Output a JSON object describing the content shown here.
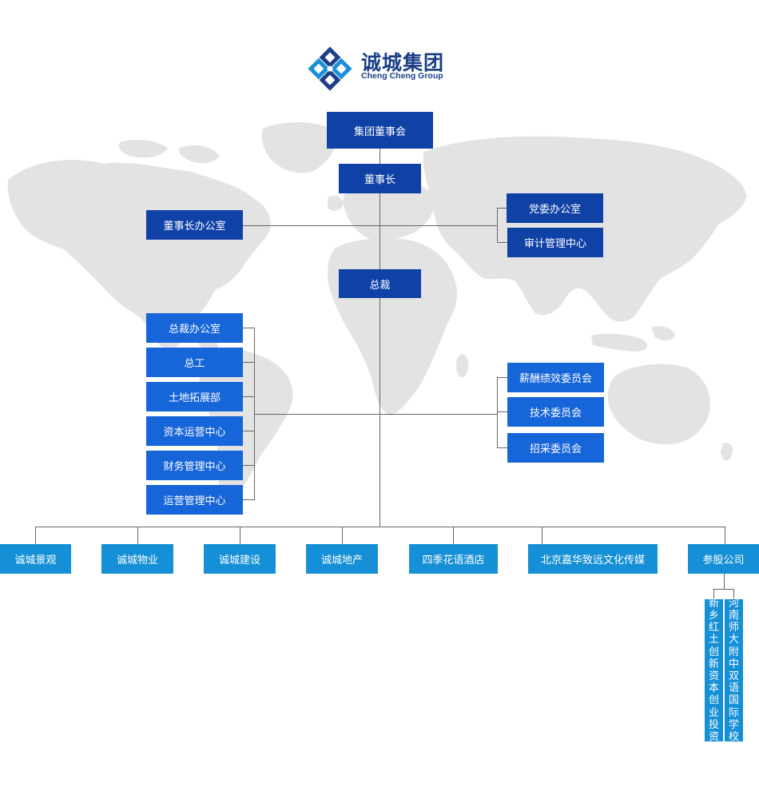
{
  "logo": {
    "name_cn": "诚城集团",
    "name_en": "Cheng Cheng Group"
  },
  "nodes": {
    "board": "集团董事会",
    "chairman": "董事长",
    "chairman_office": "董事长办公室",
    "party_office": "党委办公室",
    "audit_center": "审计管理中心",
    "president": "总裁",
    "president_office": "总裁办公室",
    "chief_engineer": "总工",
    "land_dept": "土地拓展部",
    "capital_center": "资本运营中心",
    "finance_center": "财务管理中心",
    "operation_center": "运营管理中心",
    "salary_committee": "薪酬绩效委员会",
    "tech_committee": "技术委员会",
    "procurement_committee": "招采委员会",
    "landscape": "诚城景观",
    "property": "诚城物业",
    "construction": "诚城建设",
    "real_estate": "诚城地产",
    "hotel": "四季花语酒店",
    "media": "北京嘉华致远文化传媒",
    "shareholding": "参股公司",
    "xinxiang": "新乡红土创新资本创业投资",
    "school": "河南师大附中双语国际学校"
  },
  "colors": {
    "dark": "#0f41a6",
    "mid": "#1665d9",
    "cyan": "#1590d6",
    "map": "#e3e3e3",
    "line": "#666666"
  }
}
